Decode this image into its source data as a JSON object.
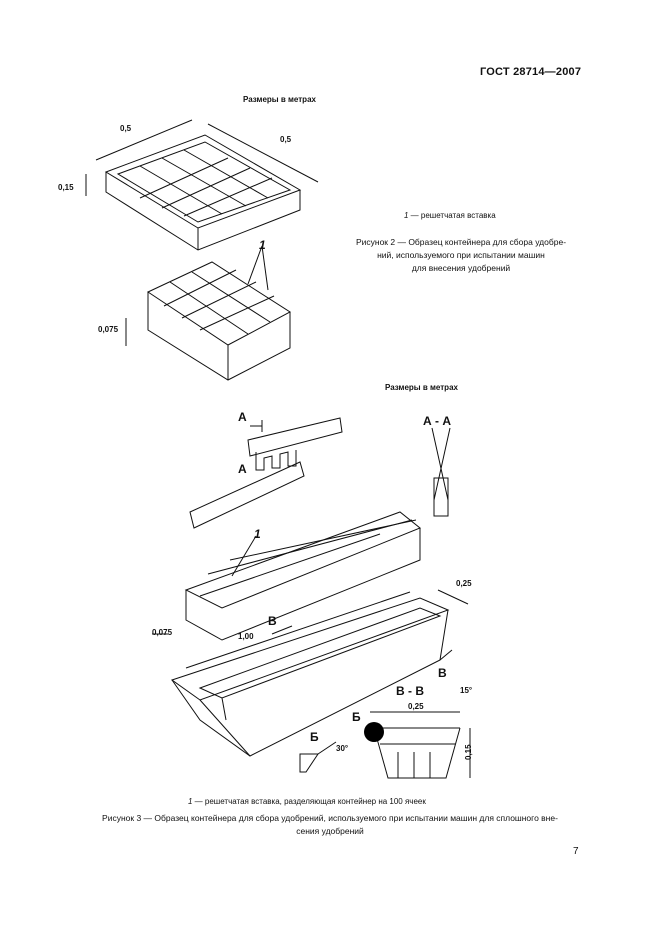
{
  "header": {
    "doc_code": "ГОСТ 28714—2007"
  },
  "figure2": {
    "units_note": "Размеры в метрах",
    "dims": {
      "length": "0,5",
      "width": "0,5",
      "height": "0,15",
      "insert_height": "0,075"
    },
    "callout": "1",
    "legend_num": "1",
    "legend_text": " — решетчатая вставка",
    "caption_lines": [
      "Рисунок 2 — Образец контейнера для сбора удобре-",
      "ний, используемого при испытании машин",
      "для внесения удобрений"
    ]
  },
  "figure3": {
    "units_note": "Размеры в метрах",
    "section_labels": {
      "a_mark": "А",
      "a_mark2": "А",
      "aa": "А - А",
      "b_mark": "В",
      "b_mark2": "В",
      "bb": "В - В",
      "detail": "Б",
      "detail2": "Б"
    },
    "dims": {
      "length": "1,00",
      "width": "0,25",
      "insert_height": "0,075",
      "section_width": "0,25",
      "section_height": "0,15",
      "angle1": "15°",
      "angle2": "30°"
    },
    "callout": "1",
    "legend_num": "1",
    "legend_text": " — решетчатая вставка, разделяющая контейнер на 100 ячеек",
    "caption_lines": [
      "Рисунок 3 — Образец контейнера для сбора удобрений, используемого при испытании машин для сплошного вне-",
      "сения удобрений"
    ]
  },
  "page_number": "7"
}
